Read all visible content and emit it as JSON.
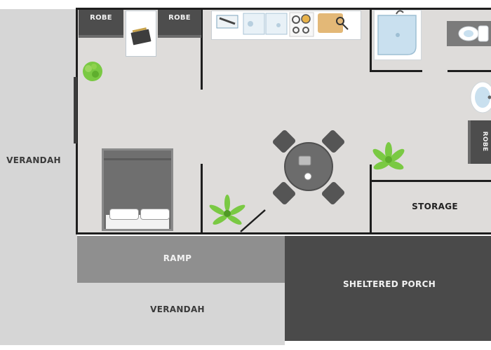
{
  "labels": {
    "verandah_left": "VERANDAH",
    "verandah_bottom": "VERANDAH",
    "ramp": "RAMP",
    "porch": "SHELTERED PORCH",
    "storage": "STORAGE",
    "robe_left": "ROBE",
    "robe_middle": "ROBE",
    "robe_right": "ROBE"
  },
  "colors": {
    "verandah": "#d9d9d9",
    "floor": "#dcdcdc",
    "ramp": "#8f8f8f",
    "porch": "#4a4a4a",
    "wall": "#1e1e1e",
    "furniture": "#6f6f6f",
    "plant": "#7ac943"
  }
}
